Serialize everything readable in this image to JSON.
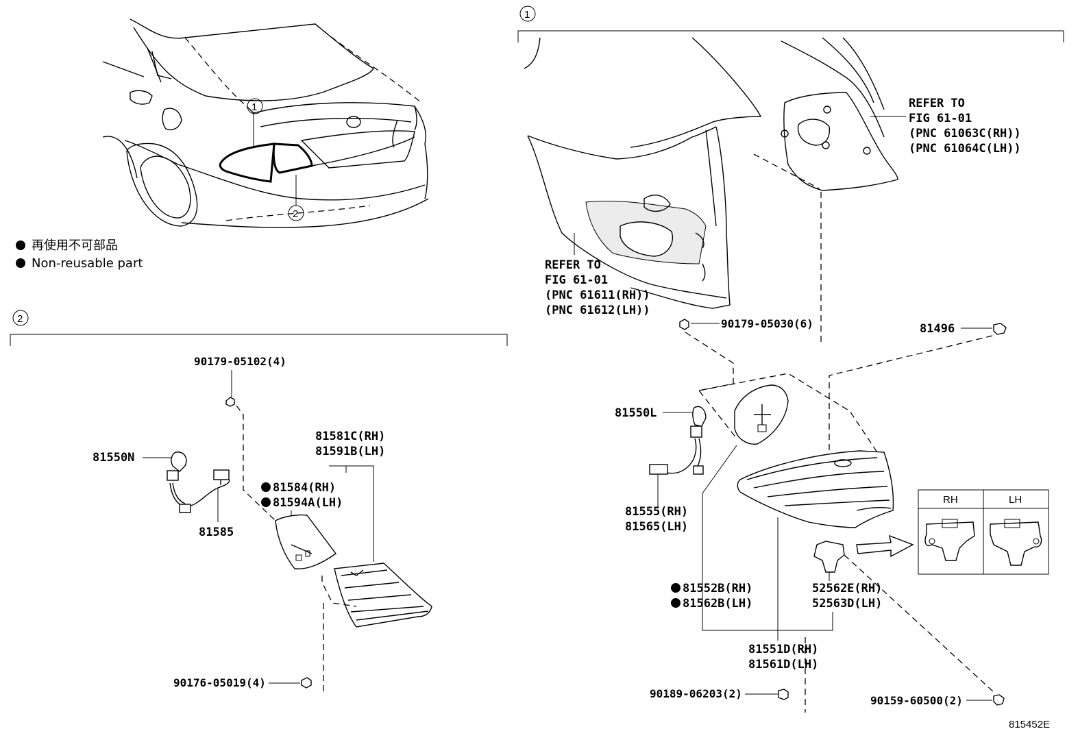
{
  "legend": {
    "jp": "再使用不可部品",
    "en": "Non-reusable part"
  },
  "callouts": {
    "c1": "1",
    "c2": "2"
  },
  "right_refs": {
    "ref_upper": [
      "REFER TO",
      "FIG 61-01",
      "(PNC 61063C(RH))",
      "(PNC 61064C(LH))"
    ],
    "ref_lower": [
      "REFER TO",
      "FIG 61-01",
      "(PNC 61611(RH))",
      "(PNC 61612(LH))"
    ]
  },
  "parts": {
    "p90179_05102": "90179-05102(4)",
    "p81550N": "81550N",
    "p81585": "81585",
    "p81581C": "81581C(RH)",
    "p81591B": "81591B(LH)",
    "p81584": "81584(RH)",
    "p81594A": "81594A(LH)",
    "p90176_05019": "90176-05019(4)",
    "p90179_05030": "90179-05030(6)",
    "p81496": "81496",
    "p81550L": "81550L",
    "p81555": "81555(RH)",
    "p81565": "81565(LH)",
    "p81552B": "81552B(RH)",
    "p81562B": "81562B(LH)",
    "p52562E": "52562E(RH)",
    "p52563D": "52563D(LH)",
    "p81551D": "81551D(RH)",
    "p81561D": "81561D(LH)",
    "p90189_06203": "90189-06203(2)",
    "p90159_60500": "90159-60500(2)"
  },
  "inset": {
    "rh": "RH",
    "lh": "LH"
  },
  "figure_id": "815452E"
}
